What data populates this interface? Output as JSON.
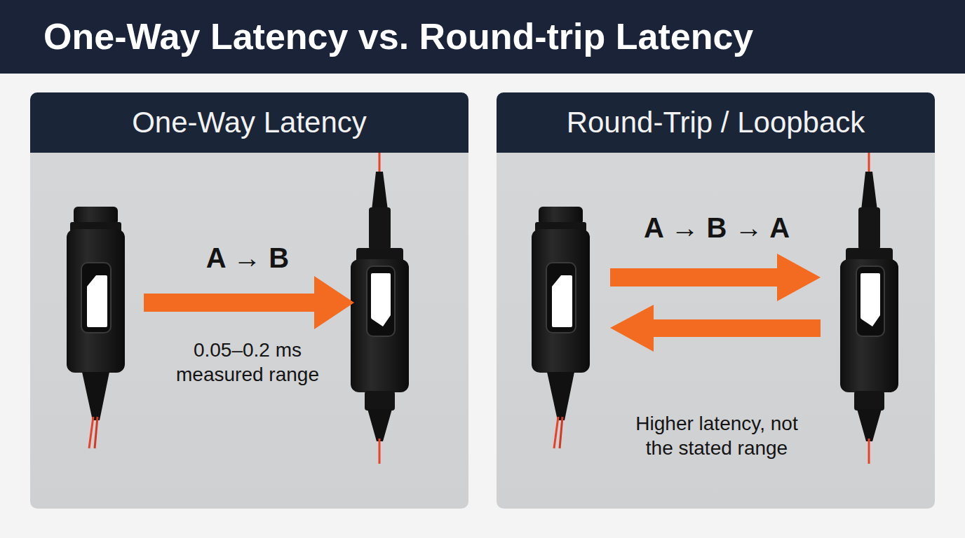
{
  "diagram": {
    "title": "One-Way Latency vs. Round-trip Latency",
    "nodes": [
      {
        "text": [
          "One-Way Latency"
        ]
      },
      {
        "text": [
          "Round-Trip / Loopback"
        ]
      }
    ],
    "labels": [
      "A → B",
      "0.05–0.2 ms measured range",
      "A → B → A",
      "Higher latency, not the stated range"
    ]
  }
}
